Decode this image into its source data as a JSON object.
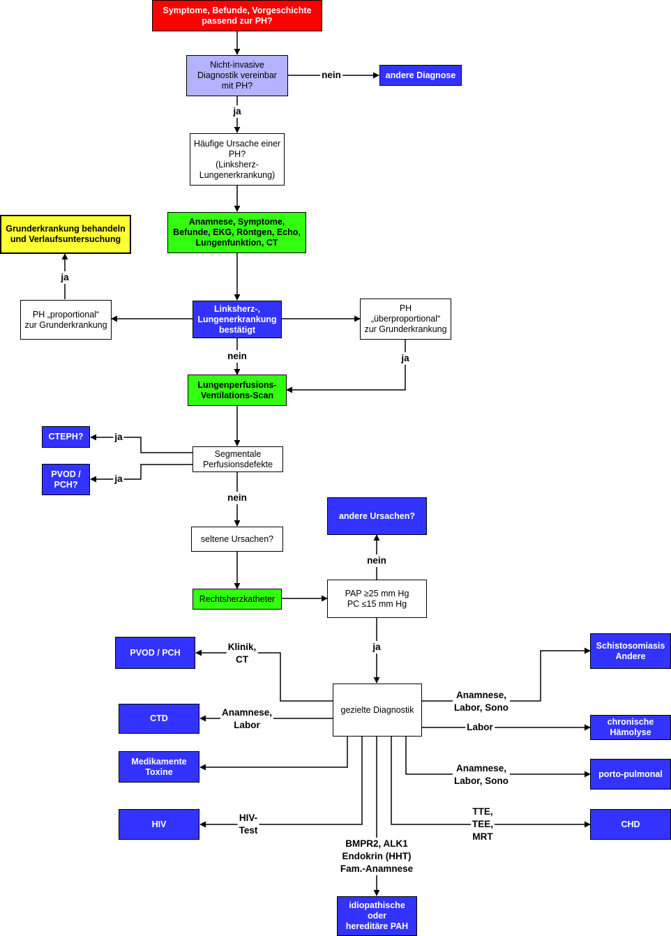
{
  "nodes": {
    "n1": "Symptome, Befunde, Vorgeschichte\npassend zur PH?",
    "n2": "Nicht-invasive\nDiagnostik vereinbar\nmit PH?",
    "n3": "andere Diagnose",
    "n4": "Häufige Ursache einer\nPH?\n(Linksherz-\nLungenerkrankung)",
    "n5": "Anamnese, Symptome,\nBefunde, EKG, Röntgen, Echo,\nLungenfunktion, CT",
    "n6": "Grunderkrankung behandeln\nund Verlaufsuntersuchung",
    "n7": "PH „proportional“\nzur Grunderkrankung",
    "n8": "Linksherz-,\nLungenerkrankung\nbestätigt",
    "n9": "PH\n„überproportional“\nzur Grunderkrankung",
    "n10": "Lungenperfusions-\nVentilations-Scan",
    "n11": "CTEPH?",
    "n12": "PVOD /\nPCH?",
    "n13": "Segmentale\nPerfusionsdefekte",
    "n14": "seltene Ursachen?",
    "n15": "andere Ursachen?",
    "n16": "Rechtsherzkatheter",
    "n17": "PAP ≥25 mm Hg\nPC ≤15 mm Hg",
    "n18": "PVOD / PCH",
    "n19": "Schistosomiasis\nAndere",
    "n20": "gezielte Diagnostik",
    "n21": "CTD",
    "n22": "chronische\nHämolyse",
    "n23": "Medikamente\nToxine",
    "n24": "porto-pulmonal",
    "n25": "HIV",
    "n26": "CHD",
    "n27": "idiopathische\noder\nhereditäre PAH"
  },
  "labels": {
    "l_nein1": "nein",
    "l_ja1": "ja",
    "l_ja2": "ja",
    "l_nein2": "nein",
    "l_ja3": "ja",
    "l_ja4": "ja",
    "l_ja5": "ja",
    "l_nein3": "nein",
    "l_nein4": "nein",
    "l_ja6": "ja",
    "l_klinik": "Klinik,\nCT",
    "l_anam1": "Anamnese,\nLabor",
    "l_hiv": "HIV-\nTest",
    "l_anam2": "Anamnese,\nLabor, Sono",
    "l_labor": "Labor",
    "l_anam3": "Anamnese,\nLabor, Sono",
    "l_tte": "TTE,\nTEE,\nMRT",
    "l_bmpr": "BMPR2, ALK1\nEndokrin (HHT)\nFam.-Anamnese"
  },
  "colors": {
    "red": "#ff0000",
    "lavender": "#b3b3ff",
    "blue": "#3333ff",
    "green": "#33ff11",
    "yellow": "#ffff33"
  }
}
